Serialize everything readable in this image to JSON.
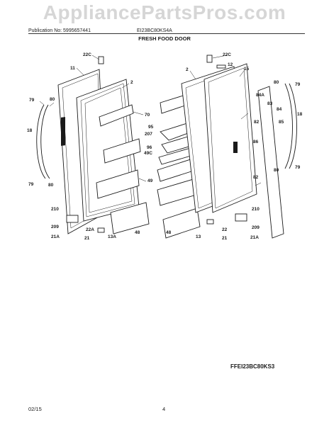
{
  "site": {
    "watermark": "AppliancePartsPros.com"
  },
  "header": {
    "publication": "Publication No: 5995657441",
    "model": "EI23BC80KS4A",
    "section_title": "FRESH FOOD DOOR"
  },
  "diagram": {
    "part_labels": [
      "22C",
      "11",
      "2",
      "79",
      "80",
      "18",
      "70",
      "79",
      "80",
      "210",
      "209",
      "21A",
      "22A",
      "21",
      "13A",
      "48",
      "95",
      "207",
      "96",
      "49C",
      "49",
      "48",
      "13",
      "22",
      "21",
      "22C",
      "12",
      "2",
      "15",
      "80",
      "79",
      "84A",
      "83",
      "84",
      "82",
      "85",
      "18",
      "86",
      "82",
      "80",
      "79",
      "210",
      "209",
      "21A"
    ]
  },
  "footer": {
    "drawing_code": "FFEI23BC80KS3",
    "date": "02/15",
    "page": "4"
  }
}
